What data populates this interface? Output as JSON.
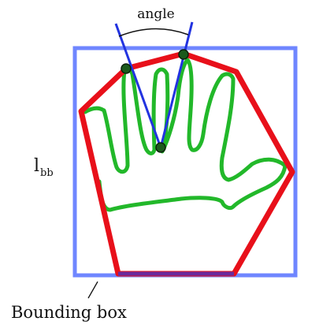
{
  "labels": {
    "angle": "angle",
    "l_bb_main": "l",
    "l_bb_sub": "bb",
    "bounding_box": "Bounding box"
  },
  "colors": {
    "bounding_box": "#6f86ff",
    "convex_hull": "#e8101a",
    "hand_contour": "#22b82a",
    "angle_lines": "#2233e0",
    "fingertip_points": "#1c5a1c",
    "angle_arc": "#111111",
    "bottom_edge": "#6a2a9c"
  }
}
